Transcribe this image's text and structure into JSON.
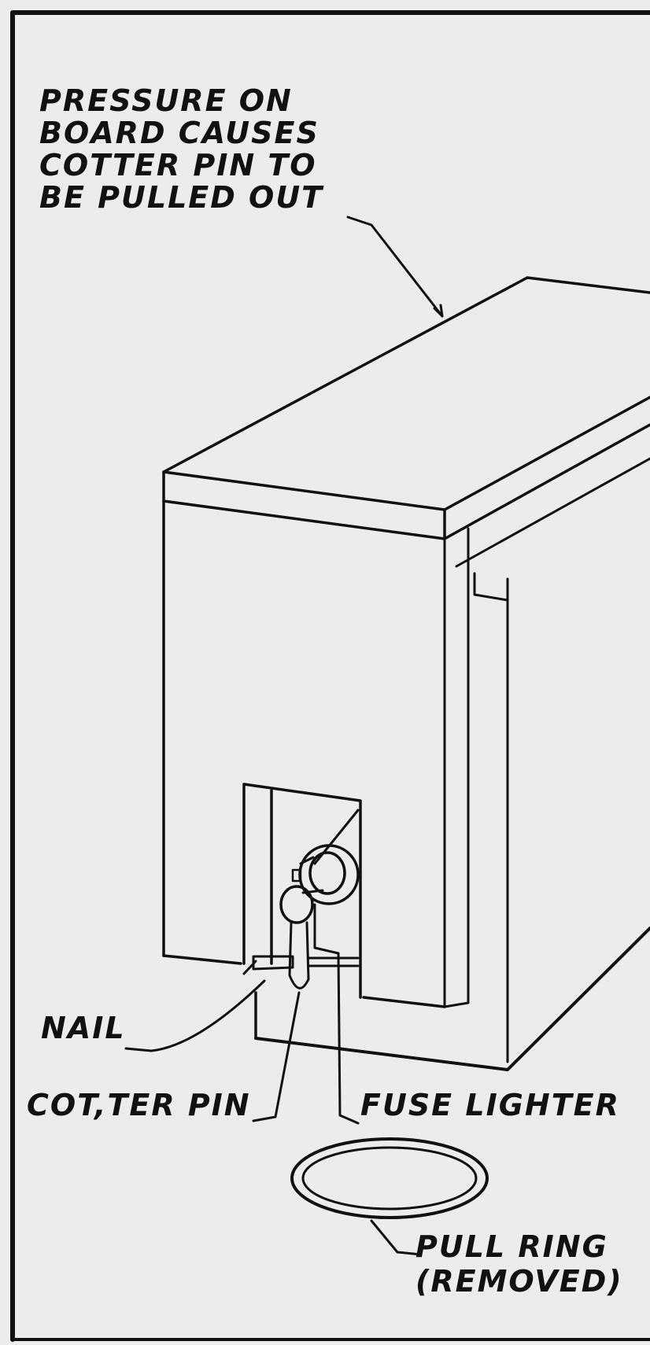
{
  "labels": {
    "pressure_lines": [
      "PRESSURE ON",
      "BOARD CAUSES",
      "COTTER PIN TO",
      "BE PULLED OUT"
    ],
    "nail": "NAIL",
    "cotter_pin": "COT,TER PIN",
    "fuse_lighter": "FUSE LIGHTER",
    "pull_ring_lines": [
      "PULL RING",
      "(REMOVED)"
    ]
  },
  "colors": {
    "ink": "#111111",
    "paper": "#ececec"
  }
}
